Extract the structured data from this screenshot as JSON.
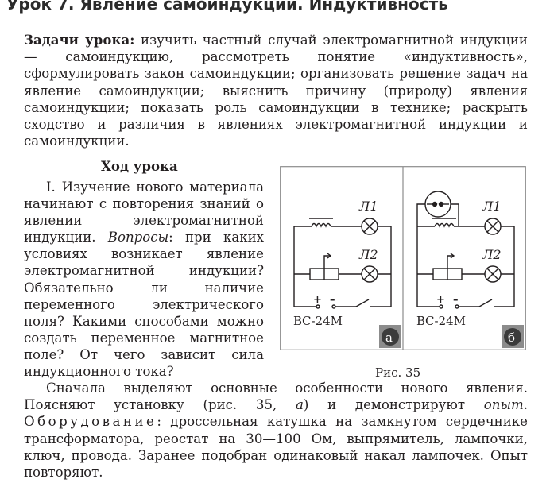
{
  "heading": "Урок 7. Явление самоиндукции. Индуктивность",
  "tasks": {
    "lead": "Задачи урока:",
    "text": " изучить частный случай электромагнитной индукции — самоиндукцию, рассмотреть понятие «индуктивность», сформулировать закон самоиндукции; организовать решение задач на явление самоиндукции; выяснить причину (природу) явления самоиндукции; показать роль самоиндукции в технике; раскрыть сходство и различия в явлениях электромагнитной индукции и самоиндукции."
  },
  "section_title": "Ход урока",
  "left_col": {
    "numeral": "I.",
    "text1": " Изучение нового материала начинают с повторения знаний о явлении электромагнитной индукции. ",
    "questions_word": "Вопросы",
    "text2": ": при каких условиях возникает явление электромагнитной индукции? Обязательно ли наличие переменного электрического поля? Какими способами можно создать переменное магнитное поле? От чего зависит сила индукционного тока?"
  },
  "bottom": {
    "p1": "Сначала выделяют основные особенности нового явления. Поясняют установку (рис. 35, ",
    "p1_a": "а",
    "p1_b": ") и демонстрируют ",
    "opyt": "опыт",
    "p1_c": ". ",
    "equipment_word": "Оборудование",
    "p1_d": ": дроссельная катушка на замкнутом сердечнике трансформатора, реостат на 30—100 Ом, выпрямитель, лампочки, ключ, провода. Заранее подобран одинаковый накал лампочек. Опыт повторяют."
  },
  "figure": {
    "lamp1": "Л1",
    "lamp2": "Л2",
    "plus": "+",
    "minus": "–",
    "source_label": "ВС-24М",
    "badge_a": "а",
    "badge_b": "б",
    "caption": "Рис. 35"
  }
}
